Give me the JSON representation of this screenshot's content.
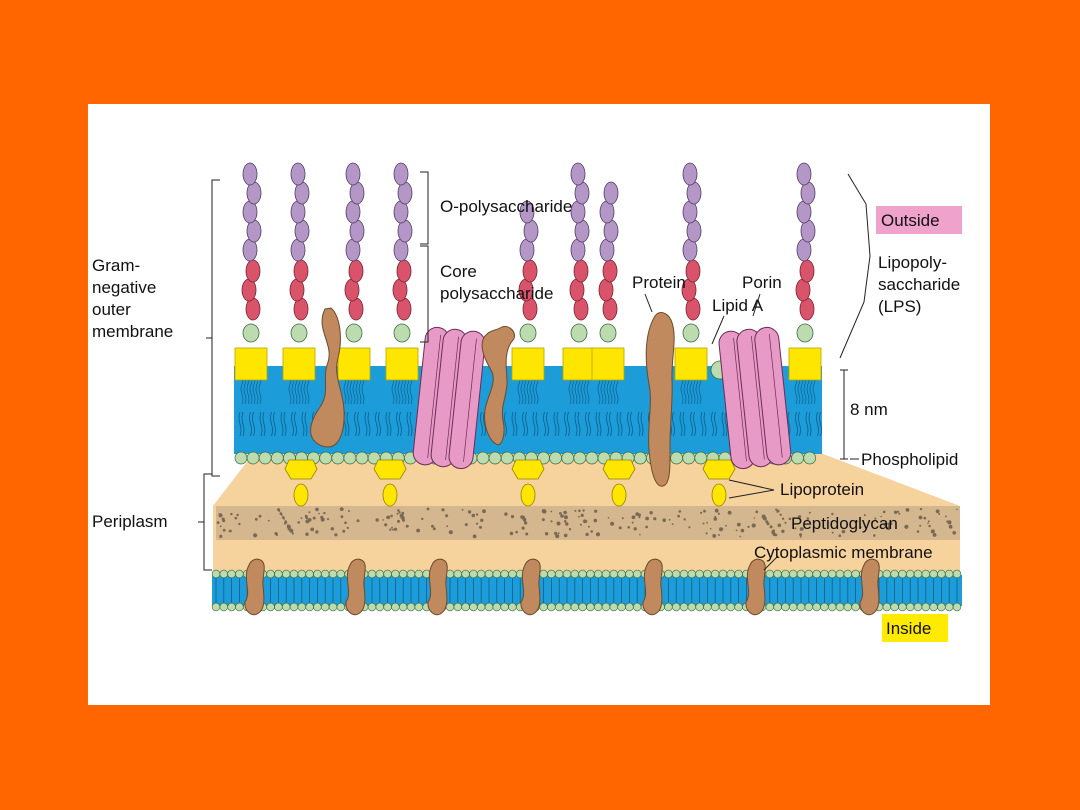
{
  "colors": {
    "slide_background": "#FF6600",
    "panel_background": "#FFFFFF",
    "membrane_blue": "#1C9CD8",
    "head_green": "#BCDCB0",
    "lipidA_yellow": "#FFE600",
    "o_polysaccharide_purple": "#B497C6",
    "core_polysaccharide_red": "#D9546B",
    "porin_pink": "#E89AC7",
    "protein_brown": "#C08A5E",
    "periplasm_tan": "#F6D29C",
    "peptidoglycan_stipple": "#D4B78E",
    "outside_label_fill": "#EFA2CB",
    "inside_label_fill": "#FFEA00"
  },
  "labels": {
    "o_polysaccharide": "O-polysaccharide",
    "outside": "Outside",
    "gram_negative_outer_membrane": [
      "Gram-",
      "negative",
      "outer",
      "membrane"
    ],
    "core_polysaccharide": [
      "Core",
      "polysaccharide"
    ],
    "protein": "Protein",
    "porin": "Porin",
    "lipid_a": "Lipid A",
    "lipopolysaccharide": [
      "Lipopoly-",
      "saccharide",
      "(LPS)"
    ],
    "thickness": "8 nm",
    "phospholipid": "Phospholipid",
    "lipoprotein": "Lipoprotein",
    "periplasm": "Periplasm",
    "peptidoglycan": "Peptidoglycan",
    "cytoplasmic_membrane": "Cytoplasmic membrane",
    "inside": "Inside"
  }
}
